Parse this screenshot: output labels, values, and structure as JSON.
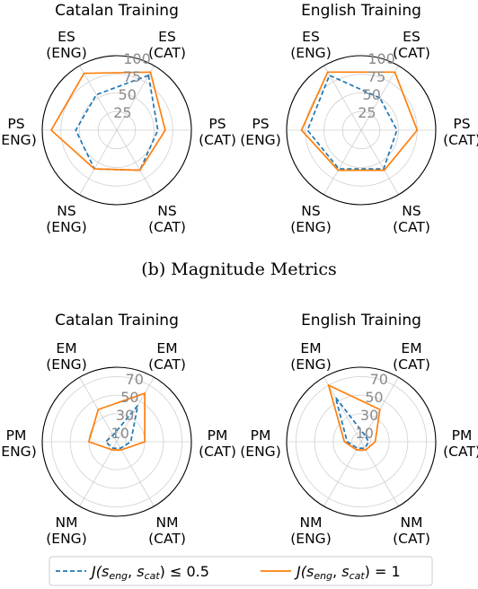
{
  "caption": "(b) Magnitude Metrics",
  "colors": {
    "series_low": "#1f77b4",
    "series_one": "#ff7f0e"
  },
  "legend": {
    "entries": [
      {
        "label": "J(s_eng, s_cat) ≤ 0.5",
        "symbol": "J(",
        "s1": "s",
        "sub1": "eng",
        "mid": ", ",
        "s2": "s",
        "sub2": "cat",
        "tail": ") ≤ 0.5"
      },
      {
        "label": "J(s_eng, s_cat) = 1",
        "symbol": "J(",
        "s1": "s",
        "sub1": "eng",
        "mid": ", ",
        "s2": "s",
        "sub2": "cat",
        "tail": ") = 1"
      }
    ]
  },
  "chart_data": [
    {
      "type": "radar",
      "title": "Catalan Training",
      "axes": [
        {
          "l1": "ES",
          "l2": "(CAT)"
        },
        {
          "l1": "ES",
          "l2": "(ENG)"
        },
        {
          "l1": "PS",
          "l2": "(ENG)"
        },
        {
          "l1": "NS",
          "l2": "(ENG)"
        },
        {
          "l1": "NS",
          "l2": "(CAT)"
        },
        {
          "l1": "PS",
          "l2": "(CAT)"
        }
      ],
      "rlim": [
        0,
        100
      ],
      "rticks": [
        "25",
        "50",
        "75",
        "100"
      ],
      "rtick_values": [
        25,
        50,
        75,
        100
      ],
      "series": [
        {
          "label_index": 0,
          "style": "dashed",
          "values": [
            85,
            55,
            55,
            60,
            62,
            55
          ]
        },
        {
          "label_index": 1,
          "style": "solid",
          "values": [
            90,
            88,
            88,
            60,
            62,
            65
          ]
        }
      ]
    },
    {
      "type": "radar",
      "title": "English Training",
      "axes": [
        {
          "l1": "ES",
          "l2": "(CAT)"
        },
        {
          "l1": "ES",
          "l2": "(ENG)"
        },
        {
          "l1": "PS",
          "l2": "(ENG)"
        },
        {
          "l1": "NS",
          "l2": "(ENG)"
        },
        {
          "l1": "NS",
          "l2": "(CAT)"
        },
        {
          "l1": "PS",
          "l2": "(CAT)"
        }
      ],
      "rlim": [
        0,
        100
      ],
      "rticks": [
        "25",
        "50",
        "75",
        "100"
      ],
      "rtick_values": [
        25,
        50,
        75,
        100
      ],
      "series": [
        {
          "label_index": 0,
          "style": "dashed",
          "values": [
            50,
            85,
            72,
            60,
            60,
            48
          ]
        },
        {
          "label_index": 1,
          "style": "solid",
          "values": [
            90,
            90,
            80,
            62,
            62,
            75
          ]
        }
      ]
    },
    {
      "type": "radar",
      "title": "Catalan Training",
      "axes": [
        {
          "l1": "EM",
          "l2": "(CAT)"
        },
        {
          "l1": "EM",
          "l2": "(ENG)"
        },
        {
          "l1": "PM",
          "l2": "(ENG)"
        },
        {
          "l1": "NM",
          "l2": "(ENG)"
        },
        {
          "l1": "NM",
          "l2": "(CAT)"
        },
        {
          "l1": "PM",
          "l2": "(CAT)"
        }
      ],
      "rlim": [
        0,
        80
      ],
      "rticks": [
        "10",
        "30",
        "50",
        "70"
      ],
      "rtick_values": [
        10,
        30,
        50,
        70
      ],
      "series": [
        {
          "label_index": 0,
          "style": "dashed",
          "values": [
            45,
            8,
            12,
            8,
            8,
            15
          ]
        },
        {
          "label_index": 1,
          "style": "solid",
          "values": [
            60,
            40,
            30,
            10,
            10,
            30
          ]
        }
      ]
    },
    {
      "type": "radar",
      "title": "English Training",
      "axes": [
        {
          "l1": "EM",
          "l2": "(CAT)"
        },
        {
          "l1": "EM",
          "l2": "(ENG)"
        },
        {
          "l1": "PM",
          "l2": "(ENG)"
        },
        {
          "l1": "NM",
          "l2": "(ENG)"
        },
        {
          "l1": "NM",
          "l2": "(CAT)"
        },
        {
          "l1": "PM",
          "l2": "(CAT)"
        }
      ],
      "rlim": [
        0,
        80
      ],
      "rticks": [
        "10",
        "30",
        "50",
        "70"
      ],
      "rtick_values": [
        10,
        30,
        50,
        70
      ],
      "series": [
        {
          "label_index": 0,
          "style": "dashed",
          "values": [
            8,
            55,
            15,
            8,
            8,
            8
          ]
        },
        {
          "label_index": 1,
          "style": "solid",
          "values": [
            40,
            70,
            18,
            10,
            10,
            15
          ]
        }
      ]
    }
  ]
}
